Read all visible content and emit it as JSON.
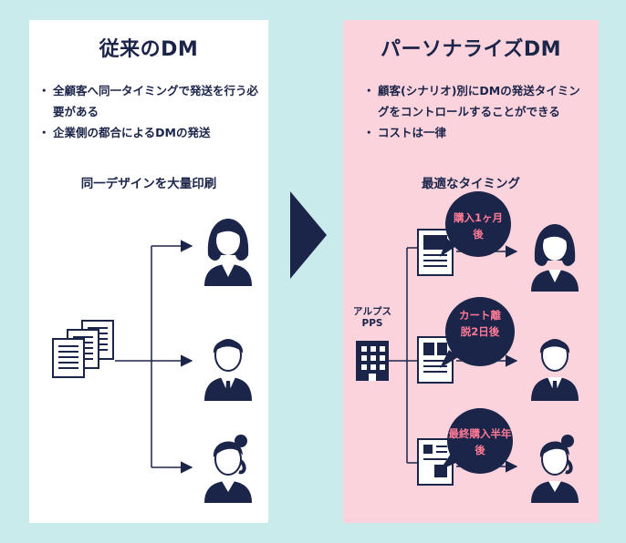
{
  "left": {
    "title": "従来のDM",
    "bullets": [
      "全顧客へ同一タイミングで発送を行う必要がある",
      "企業側の都合によるDMの発送"
    ],
    "subheading": "同一デザインを大量印刷"
  },
  "right": {
    "title": "パーソナライズDM",
    "bullets": [
      "顧客(シナリオ)別にDMの発送タイミングをコントロールすることができる",
      "コストは一律"
    ],
    "subheading": "最適なタイミング",
    "company": "アルプスPPS",
    "scenarios": [
      {
        "label": "購入1ヶ月後"
      },
      {
        "label": "カート離脱2日後"
      },
      {
        "label": "最終購入半年後"
      }
    ]
  },
  "colors": {
    "background": "#c9ebec",
    "navy": "#1b2449",
    "pink_panel": "#fbd3dd",
    "bubble_text": "#ff7a95"
  }
}
